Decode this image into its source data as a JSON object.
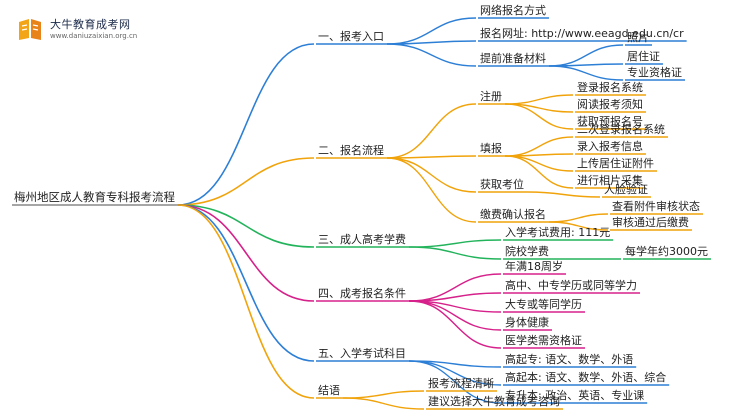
{
  "logo": {
    "title": "大牛教育成考网",
    "url": "www.daniuzaixian.org.cn"
  },
  "mindmap": {
    "root": "梅州地区成人教育专科报考流程",
    "branches": [
      {
        "label": "一、报考入口",
        "color": "#2d7fd6",
        "children": [
          {
            "label": "网络报名方式"
          },
          {
            "label": "报名网址: http://www.eeagd.edu.cn/cr"
          },
          {
            "label": "提前准备材料",
            "children": [
              "照片",
              "居住证",
              "专业资格证"
            ]
          }
        ]
      },
      {
        "label": "二、报名流程",
        "color": "#f0a30a",
        "children": [
          {
            "label": "注册",
            "children": [
              "登录报名系统",
              "阅读报考须知",
              "获取预报名号"
            ]
          },
          {
            "label": "填报",
            "children": [
              "二次登录报名系统",
              "录入报考信息",
              "上传居住证附件",
              "进行相片采集"
            ]
          },
          {
            "label": "获取考位",
            "children": [
              "人脸验证"
            ]
          },
          {
            "label": "缴费确认报名",
            "children": [
              "查看附件审核状态",
              "审核通过后缴费"
            ]
          }
        ]
      },
      {
        "label": "三、成人高考学费",
        "color": "#22b35b",
        "children": [
          {
            "label": "入学考试费用: 111元"
          },
          {
            "label": "院校学费",
            "children": [
              "每学年约3000元"
            ]
          }
        ]
      },
      {
        "label": "四、成考报名条件",
        "color": "#d6208a",
        "children": [
          {
            "label": "年满18周岁"
          },
          {
            "label": "高中、中专学历或同等学力"
          },
          {
            "label": "大专或等同学历"
          },
          {
            "label": "身体健康"
          },
          {
            "label": "医学类需资格证"
          }
        ]
      },
      {
        "label": "五、入学考试科目",
        "color": "#2d7fd6",
        "children": [
          {
            "label": "高起专: 语文、数学、外语"
          },
          {
            "label": "高起本: 语文、数学、外语、综合"
          },
          {
            "label": "专升本: 政治、英语、专业课"
          }
        ]
      },
      {
        "label": "结语",
        "color": "#f0a30a",
        "children": [
          {
            "label": "报考流程清晰"
          },
          {
            "label": "建议选择大牛教育成考咨询"
          }
        ]
      }
    ]
  }
}
